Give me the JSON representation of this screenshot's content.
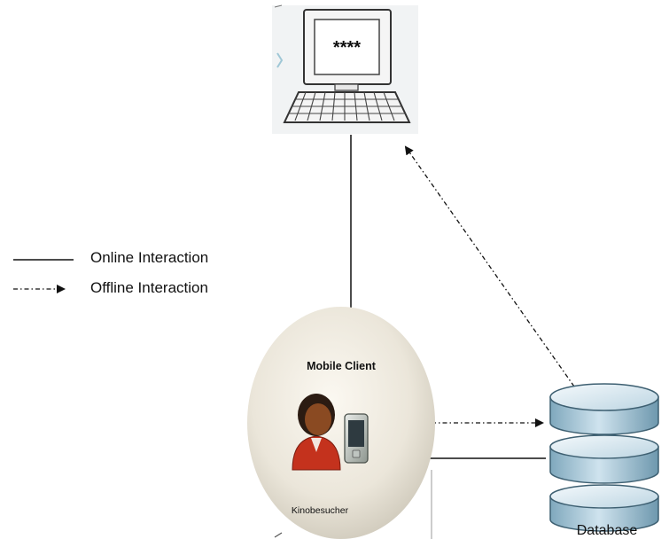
{
  "terminal": {
    "screen_text": "****"
  },
  "legend": {
    "online_label": "Online Interaction",
    "offline_label": "Offline Interaction"
  },
  "mobile_client": {
    "title": "Mobile Client",
    "user_label": "Kinobesucher"
  },
  "database": {
    "label": "Database"
  },
  "colors": {
    "line": "#111111",
    "ellipse_light": "#f7f3ea",
    "ellipse_dark": "#cfc9bb",
    "db_top": "#e8f2f7",
    "db_side": "#9bbfd1",
    "user_red": "#c4321d",
    "user_skin": "#8a4a22"
  }
}
